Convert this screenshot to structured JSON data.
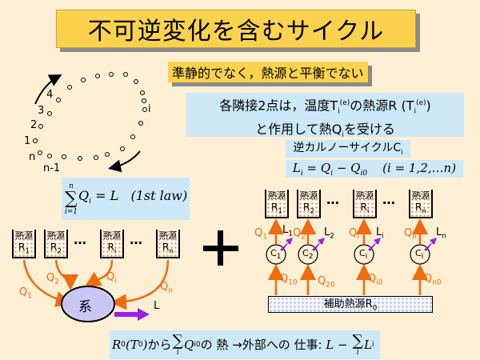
{
  "title": "不可逆変化を含むサイクル",
  "note_yellow": "準静的でなく，熱源と平衡でない",
  "note_blue": {
    "line1_a": "各隣接2点は，温度T",
    "line1_sub": "i",
    "line1_sup": "(e)",
    "line1_b": "の熱源R (T",
    "line1_sub2": "i",
    "line1_sup2": "(e)",
    "line1_c": ")",
    "line2_a": "と作用して熱Q",
    "line2_sub": "i",
    "line2_b": "を受ける"
  },
  "cycle_labels": {
    "p4": "4",
    "p3": "3",
    "p2": "2",
    "p1": "1",
    "pn": "n",
    "pn1": "n-1",
    "pi": "i"
  },
  "first_law": {
    "sum_top": "n",
    "sum_bottom": "i=1",
    "expr": "Q",
    "expr_sub": "i",
    "rhs": " = L   (1st law)"
  },
  "left": {
    "source_label": "熱源",
    "sources": [
      "R1",
      "R2",
      "Ri",
      "Rn"
    ],
    "source_subs": [
      [
        "R",
        "1"
      ],
      [
        "R",
        "2"
      ],
      [
        "R",
        "i"
      ],
      [
        "R",
        "n"
      ]
    ],
    "ellipsis": "…",
    "heat_labels": [
      [
        "Q",
        "1"
      ],
      [
        "Q",
        "2"
      ],
      [
        "Q",
        "i"
      ],
      [
        "Q",
        "n"
      ]
    ],
    "system": "系",
    "work": "L"
  },
  "plus": "+",
  "right": {
    "carnot_label_a": "逆カルノーサイクルC",
    "carnot_label_sub": "i",
    "formula": {
      "lhs": "L",
      "lhs_sub": "i",
      "eq": " = Q",
      "q_sub": "i",
      "minus": " − Q",
      "q0_sub": "i0",
      "range": "    (i = 1,2,…n)"
    },
    "source_label": "熱源",
    "sources": [
      [
        "R",
        "1"
      ],
      [
        "R",
        "2"
      ],
      [
        "R",
        "i"
      ],
      [
        "R",
        "n"
      ]
    ],
    "ellipsis": "…",
    "cycles": [
      [
        "C",
        "1"
      ],
      [
        "C",
        "2"
      ],
      [
        "C",
        "i"
      ],
      [
        "C",
        "i"
      ]
    ],
    "q_up": [
      [
        "Q",
        "1"
      ],
      [
        "Q",
        "2"
      ],
      [
        "Q",
        "i"
      ],
      [
        "Q",
        "n"
      ]
    ],
    "works": [
      [
        "L",
        "1"
      ],
      [
        "L",
        "2"
      ],
      [
        "L",
        "i"
      ],
      [
        "L",
        "n"
      ]
    ],
    "q_low": [
      [
        "Q",
        "10"
      ],
      [
        "Q",
        "20"
      ],
      [
        "Q",
        "i0"
      ],
      [
        "Q",
        "n0"
      ]
    ],
    "aux_source_a": "補助熱源R",
    "aux_source_sub": "0"
  },
  "bottom": {
    "r0": "R",
    "r0_sub": "0",
    "t0": "(T",
    "t0_sub": "0",
    "t0_close": ")",
    "text1": "から",
    "sum_bottom": "i",
    "q": "Q",
    "q_sub": "i0",
    "text2": "の 熱 →外部への 仕事: ",
    "l": "L − ",
    "sum2_bottom": "i",
    "li": "L",
    "li_sub": "i"
  },
  "colors": {
    "background": "#fcefd3",
    "yellow": "#fbd24e",
    "blue": "#cde9f8",
    "orange": "#f06a10",
    "purple": "#9b1fe8",
    "system": "#c9c8f5"
  }
}
